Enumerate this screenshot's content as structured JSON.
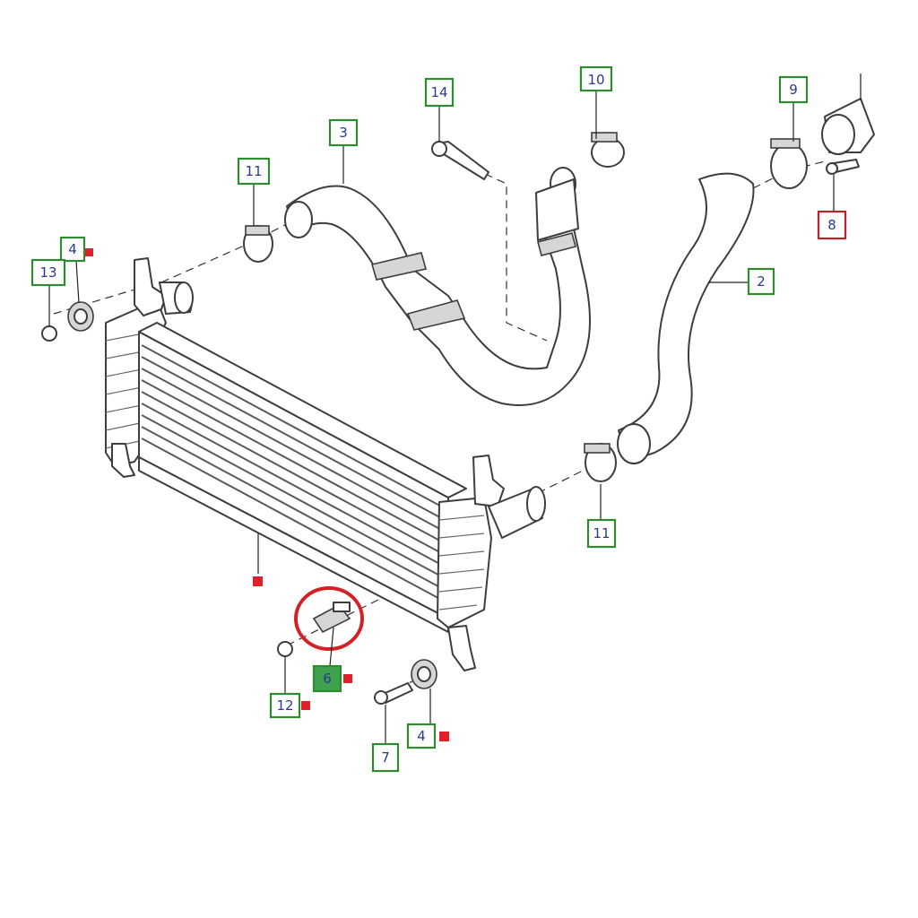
{
  "colors": {
    "callout_border_green": "#2e8b2e",
    "callout_border_red": "#c0202a",
    "callout_fill_green": "#3fa34d",
    "callout_text": "#2b3a8f",
    "marker_red": "#e0202a",
    "highlight_ring": "#d42027"
  },
  "callouts": {
    "c14": "14",
    "c10": "10",
    "c9": "9",
    "c3": "3",
    "c11_top": "11",
    "c4_top": "4",
    "c13": "13",
    "c8": "8",
    "c2": "2",
    "c11_bottom": "11",
    "c12": "12",
    "c6": "6",
    "c7": "7",
    "c4_bottom": "4"
  },
  "icons": {
    "marker": "red-square-marker",
    "highlight": "red-ring-highlight"
  }
}
